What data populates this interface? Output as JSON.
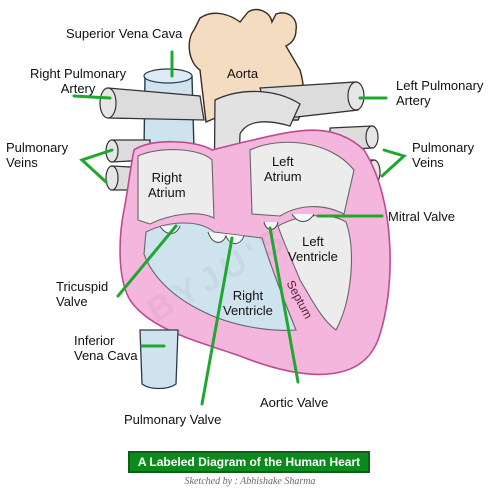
{
  "labels": {
    "superior_vena_cava": "Superior Vena Cava",
    "aorta": "Aorta",
    "right_pulmonary_artery_1": "Right Pulmonary",
    "right_pulmonary_artery_2": "Artery",
    "left_pulmonary_artery_1": "Left Pulmonary",
    "left_pulmonary_artery_2": "Artery",
    "pulmonary_veins_left_1": "Pulmonary",
    "pulmonary_veins_left_2": "Veins",
    "pulmonary_veins_right_1": "Pulmonary",
    "pulmonary_veins_right_2": "Veins",
    "right_atrium_1": "Right",
    "right_atrium_2": "Atrium",
    "left_atrium_1": "Left",
    "left_atrium_2": "Atrium",
    "mitral_valve": "Mitral Valve",
    "left_ventricle_1": "Left",
    "left_ventricle_2": "Ventricle",
    "tricuspid_valve_1": "Tricuspid",
    "tricuspid_valve_2": "Valve",
    "right_ventricle_1": "Right",
    "right_ventricle_2": "Ventricle",
    "septum": "Septum",
    "inferior_vena_cava_1": "Inferior",
    "inferior_vena_cava_2": "Vena Cava",
    "pulmonary_valve": "Pulmonary Valve",
    "aortic_valve": "Aortic Valve"
  },
  "caption": "A Labeled Diagram of the Human Heart",
  "credit": "Sketched by : Abhishake Sharma",
  "colors": {
    "leader_line": "#1fa82e",
    "caption_bg": "#0c8a1e",
    "blue_vessel": "#cfe3ef",
    "aorta_tan": "#f3dcc0",
    "heart_pink": "#f4b6dd",
    "heart_outline": "#c04a90",
    "chamber_gray": "#dcdcdc"
  }
}
